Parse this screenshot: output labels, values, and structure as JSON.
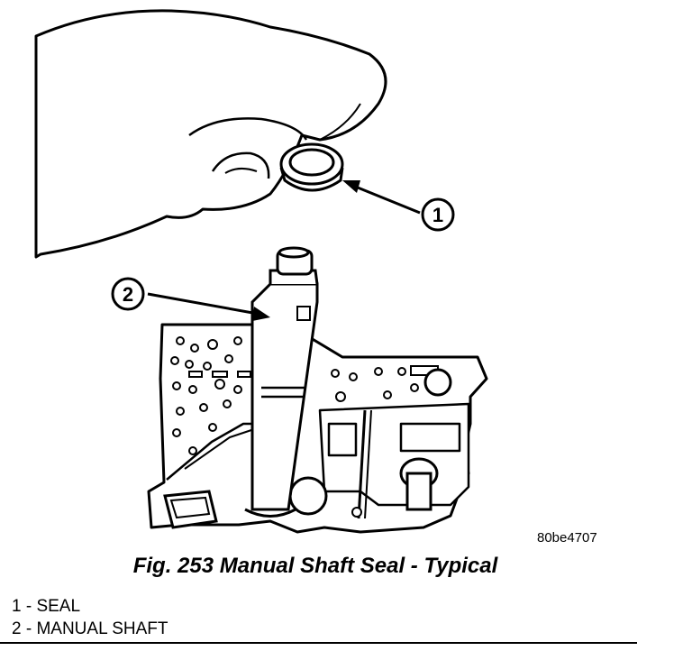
{
  "figure": {
    "callouts": [
      {
        "number": "1",
        "target": "seal"
      },
      {
        "number": "2",
        "target": "manual-shaft"
      }
    ],
    "image_code": "80be4707",
    "caption": "Fig. 253 Manual Shaft Seal - Typical",
    "legend": [
      "1 - SEAL",
      "2 - MANUAL SHAFT"
    ]
  }
}
